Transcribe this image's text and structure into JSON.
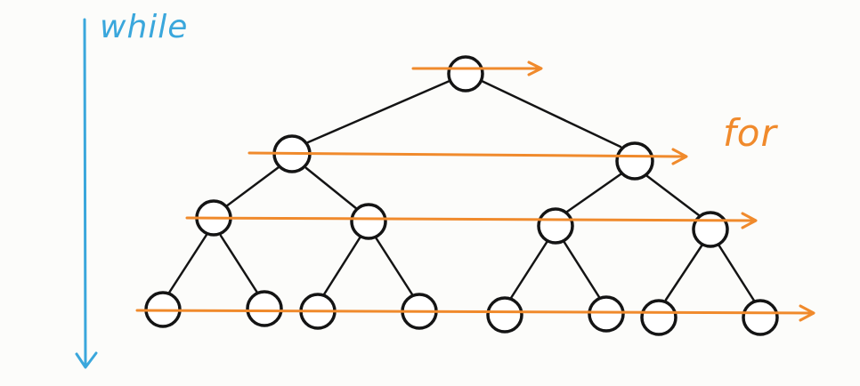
{
  "labels": {
    "while": "while",
    "for": "for"
  },
  "colors": {
    "while_arrow": "#3aa7dc",
    "for_arrow": "#f08a2c",
    "node_stroke": "#141414",
    "edge": "#141414",
    "node_fill": "#ffffff"
  },
  "tree": {
    "levels": 4,
    "nodes_per_level": [
      1,
      2,
      4,
      8
    ],
    "traversal": "level-order"
  }
}
